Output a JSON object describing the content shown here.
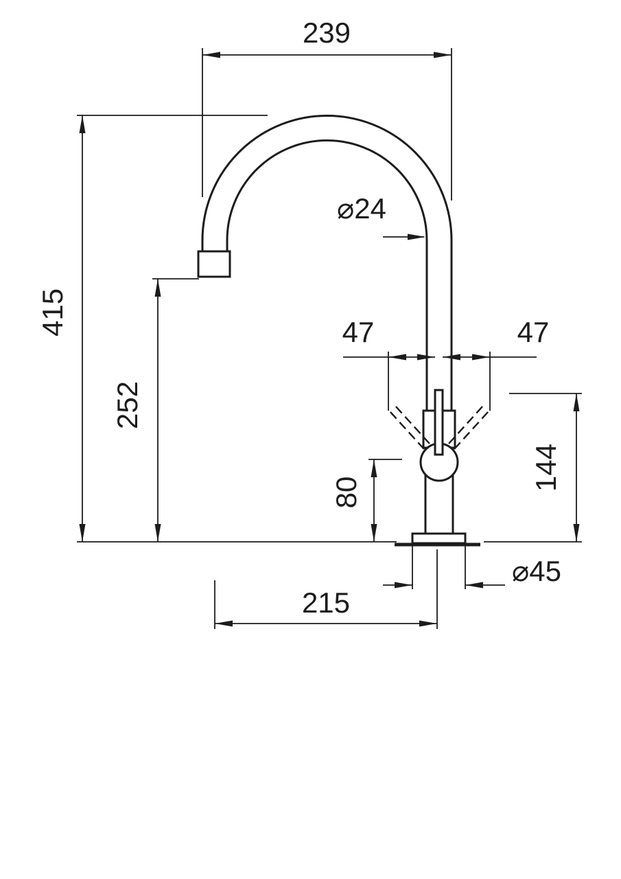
{
  "drawing": {
    "type": "technical-dimension-drawing",
    "subject": "kitchen-faucet-side-view",
    "line_color": "#1c1c1c",
    "background": "#ffffff",
    "dimensions": {
      "spout_reach_top": "239",
      "total_height": "415",
      "spout_outlet_height": "252",
      "pipe_diameter": "⌀24",
      "handle_swing_left": "47",
      "handle_swing_right": "47",
      "handle_top_height": "144",
      "ball_center_height": "80",
      "base_diameter": "⌀45",
      "base_to_spout_reach": "215"
    }
  }
}
